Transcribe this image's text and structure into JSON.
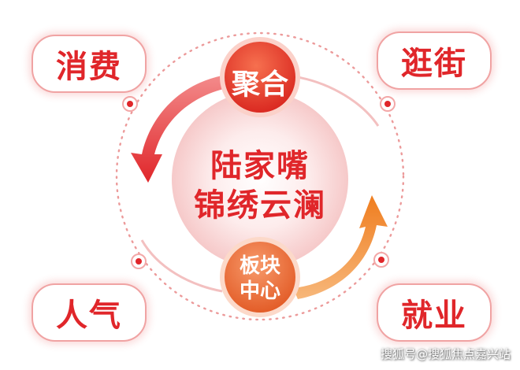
{
  "nodes": {
    "top_left": "消费",
    "top_right": "逛街",
    "bottom_left": "人气",
    "bottom_right": "就业"
  },
  "center": {
    "line1": "陆家嘴",
    "line2": "锦绣云澜"
  },
  "cycle": {
    "top_node": "聚合",
    "bottom_node_line1": "板块",
    "bottom_node_line2": "中心"
  },
  "watermark": "搜狐号@搜狐焦点嘉兴站",
  "colors": {
    "accent_red": "#e0262a",
    "arrow_orange": "#f28a2e",
    "node_red": "#e9362e"
  }
}
